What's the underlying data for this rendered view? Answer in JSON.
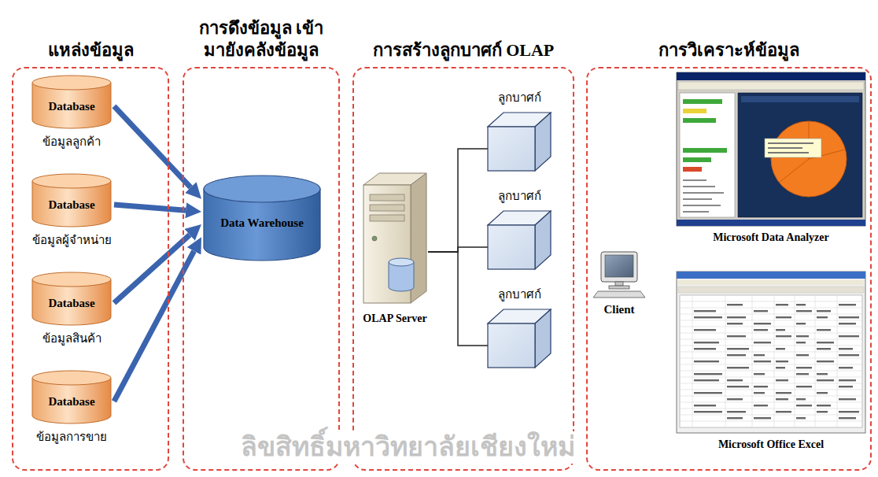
{
  "diagram": {
    "nodes": [
      {
        "text": [
          "แหล่งข้อมูล"
        ]
      },
      {
        "text": [
          "Database",
          "ข้อมูลลูกค้า"
        ],
        "in": 0
      },
      {
        "text": [
          "Database",
          "ข้อมูลผู้จำหน่าย"
        ],
        "in": 0
      },
      {
        "text": [
          "Database",
          "ข้อมูลสินค้า"
        ],
        "in": 0
      },
      {
        "text": [
          "Database",
          "ข้อมูลการขาย"
        ],
        "in": 0
      },
      {
        "text": [
          "การดึงข้อมูล เข้ามายังคลังข้อมูล"
        ]
      },
      {
        "text": [
          "Data Warehouse"
        ],
        "in": 5
      },
      {
        "text": [
          "การสร้างลูกบาศก์ OLAP"
        ]
      },
      {
        "text": [
          "OLAP Server"
        ],
        "in": 7
      },
      {
        "text": [
          "ลูกบาศก์"
        ],
        "in": 7
      },
      {
        "text": [
          "ลูกบาศก์"
        ],
        "in": 7
      },
      {
        "text": [
          "ลูกบาศก์"
        ],
        "in": 7
      },
      {
        "text": [
          "การวิเคราะห์ข้อมูล"
        ]
      },
      {
        "text": [
          "Client"
        ],
        "in": 12
      },
      {
        "text": [
          "Microsoft Data Analyzer"
        ],
        "in": 12
      },
      {
        "text": [
          "Microsoft Office Excel"
        ],
        "in": 12
      }
    ],
    "edges": [
      {
        "from": 1,
        "to": 6,
        "arrow": "to"
      },
      {
        "from": 2,
        "to": 6,
        "arrow": "to"
      },
      {
        "from": 3,
        "to": 6,
        "arrow": "to"
      },
      {
        "from": 4,
        "to": 6,
        "arrow": "to"
      },
      {
        "from": 8,
        "to": 9,
        "arrow": "none"
      },
      {
        "from": 8,
        "to": 10,
        "arrow": "none"
      },
      {
        "from": 8,
        "to": 11,
        "arrow": "none"
      }
    ],
    "labels": [
      "ลิขสิทธิ์มหาวิทยาลัยเชียงใหม่"
    ]
  }
}
